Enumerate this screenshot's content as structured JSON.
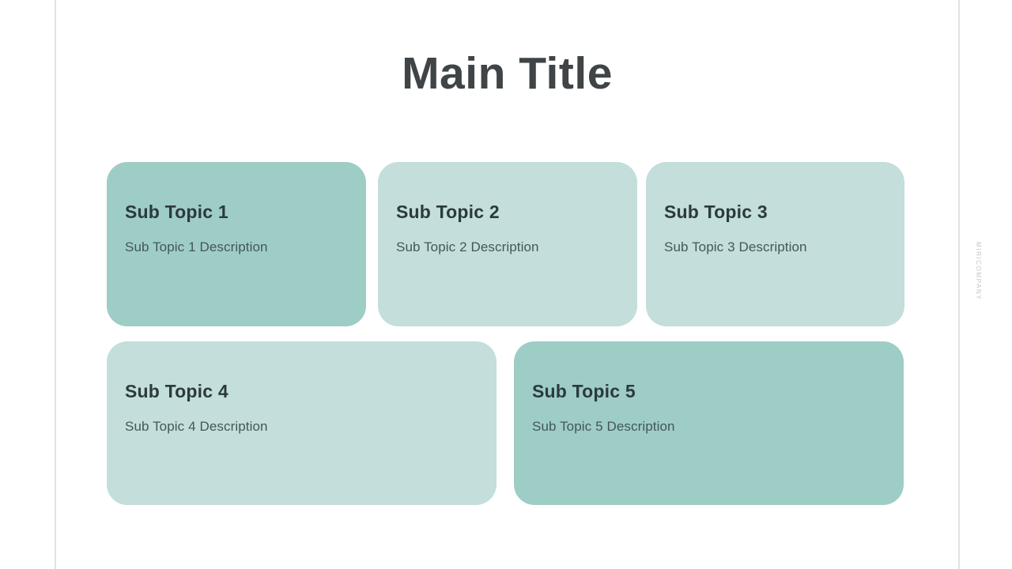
{
  "slide": {
    "title": "Main Title",
    "watermark": "MIRICOMPANY",
    "cards": [
      {
        "title": "Sub Topic 1",
        "description": "Sub Topic 1 Description",
        "variant": "dark"
      },
      {
        "title": "Sub Topic 2",
        "description": "Sub Topic 2 Description",
        "variant": "light"
      },
      {
        "title": "Sub Topic 3",
        "description": "Sub Topic 3 Description",
        "variant": "light"
      },
      {
        "title": "Sub Topic 4",
        "description": "Sub Topic 4 Description",
        "variant": "light"
      },
      {
        "title": "Sub Topic 5",
        "description": "Sub Topic 5 Description",
        "variant": "dark"
      }
    ],
    "colors": {
      "background": "#ffffff",
      "card_dark": "#9ecdc6",
      "card_light": "#c3dedb",
      "title_text": "#3f4447",
      "card_title_text": "#2c3a3c",
      "card_desc_text": "#44565a",
      "watermark_text": "#c3c6c5",
      "edge_line": "#e2e2e2"
    }
  }
}
